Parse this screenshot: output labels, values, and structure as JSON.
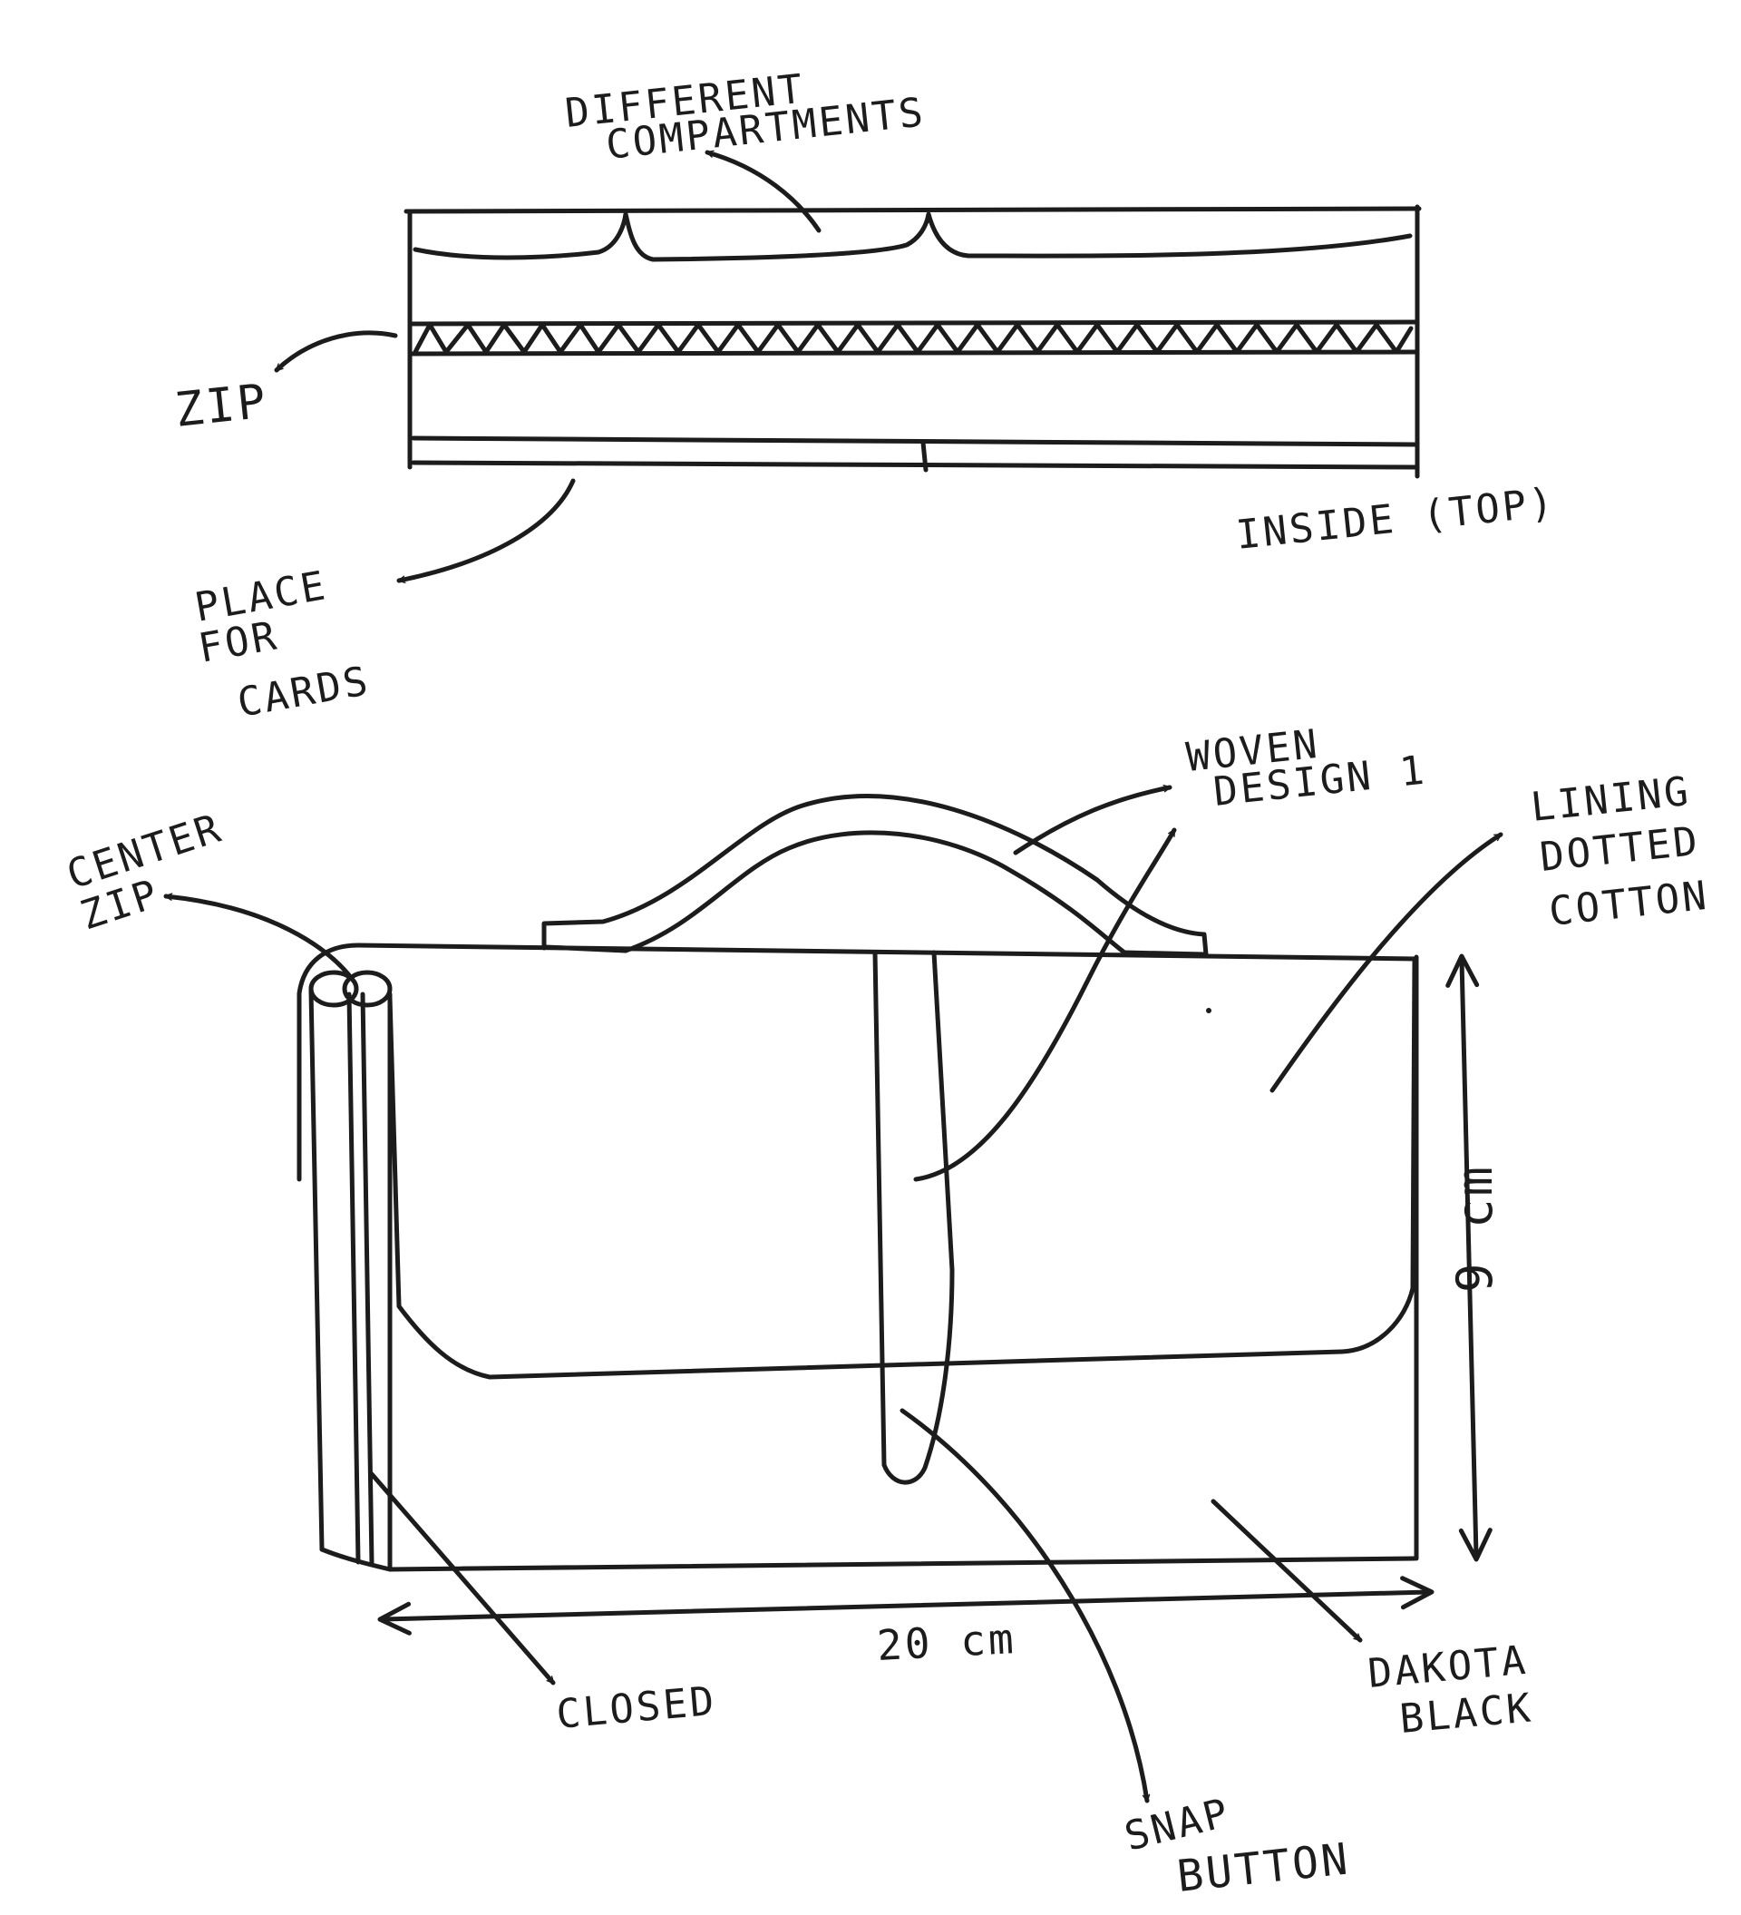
{
  "labels": {
    "compartments_line1": "DIFFERENT",
    "compartments_line2": "COMPARTMENTS",
    "zip": "ZIP",
    "inside_top": "INSIDE (TOP)",
    "cards_line1": "PLACE",
    "cards_line2": "FOR",
    "cards_line3": "CARDS",
    "woven_line1": "WOVEN",
    "woven_line2": "DESIGN 1",
    "lining_line1": "LINING",
    "lining_line2": "DOTTED",
    "lining_line3": "COTTON",
    "center_zip_line1": "CENTER",
    "center_zip_line2": "ZIP",
    "height": "9 cm",
    "width": "20 cm",
    "closed": "CLOSED",
    "dakota_line1": "DAKOTA",
    "dakota_line2": "BLACK",
    "snap_line1": "SNAP",
    "snap_line2": "BUTTON"
  },
  "colors": {
    "ink": "#1c1c1c",
    "paper": "#ffffff"
  }
}
